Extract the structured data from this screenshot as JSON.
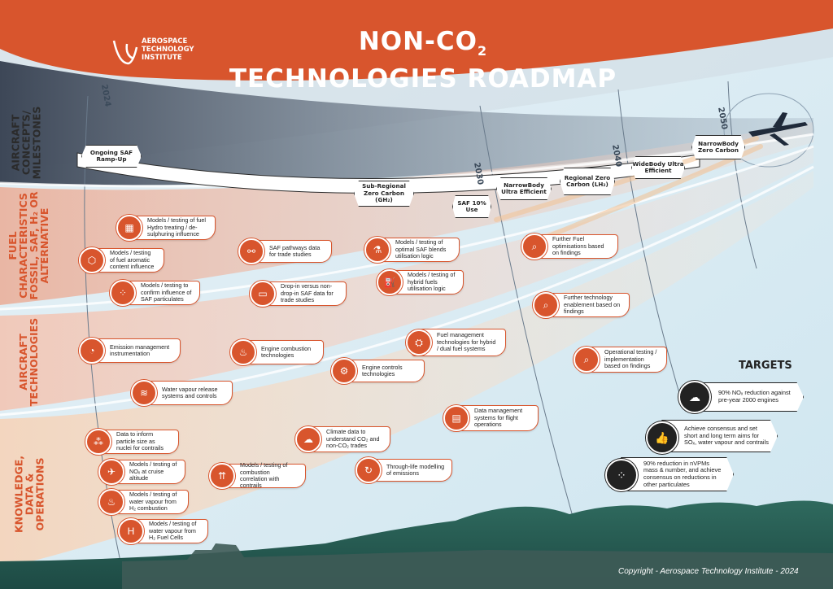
{
  "header": {
    "org_lines": [
      "AEROSPACE",
      "TECHNOLOGY",
      "INSTITUTE"
    ],
    "title_line1_main": "NON-CO",
    "title_line1_sub": "2",
    "title_line2": "TECHNOLOGIES ROADMAP"
  },
  "colors": {
    "orange": "#d8552d",
    "dark": "#2b2b2b",
    "sky": "#dfeef5"
  },
  "years": [
    "2024",
    "2030",
    "2040",
    "2050"
  ],
  "lanes": [
    {
      "id": "aircraft-concepts",
      "lines": [
        "AIRCRAFT",
        "CONCEPTS/",
        "MILESTONES"
      ]
    },
    {
      "id": "fuel",
      "lines": [
        "FUEL",
        "CHARACTERISTICS",
        "FOSSIL, SAF, H₂ OR",
        "ALTERNATIVE"
      ]
    },
    {
      "id": "aircraft-tech",
      "lines": [
        "AIRCRAFT",
        "TECHNOLOGIES"
      ]
    },
    {
      "id": "knowledge",
      "lines": [
        "KNOWLEDGE,",
        "DATA &",
        "OPERATIONS"
      ]
    }
  ],
  "milestones": [
    {
      "text": "Ongoing SAF Ramp-Up"
    },
    {
      "text": "Sub-Regional Zero Carbon (GH₂)"
    },
    {
      "text": "SAF 10% Use"
    },
    {
      "text": "NarrowBody Ultra Efficient"
    },
    {
      "text": "Regional Zero Carbon (LH₂)"
    },
    {
      "text": "WideBody Ultra Efficient"
    },
    {
      "text": "NarrowBody Zero Carbon"
    }
  ],
  "fuel_items": [
    {
      "text": "Models / testing of fuel Hydro treating / de-sulphuring influence",
      "icon": "factory-icon"
    },
    {
      "text": "Models / testing of fuel aromatic content influence",
      "icon": "molecule-icon"
    },
    {
      "text": "Models / testing to confirm influence of SAF particulates",
      "icon": "particles-icon"
    },
    {
      "text": "SAF pathways data for trade studies",
      "icon": "pathways-icon"
    },
    {
      "text": "Drop-in versus non-drop-in SAF data for trade studies",
      "icon": "monitor-chart-icon"
    },
    {
      "text": "Models / testing of optimal SAF blends utilisation logic",
      "icon": "blend-icon"
    },
    {
      "text": "Models / testing of hybrid fuels utilisation logic",
      "icon": "hybrid-fuel-icon"
    },
    {
      "text": "Further Fuel optimisations based on findings",
      "icon": "magnifier-icon"
    },
    {
      "text": "Further technology enablement based on findings",
      "icon": "magnifier-chart-icon"
    }
  ],
  "tech_items": [
    {
      "text": "Emission management instrumentation",
      "icon": "gauge-icon"
    },
    {
      "text": "Water vapour release systems and controls",
      "icon": "water-system-icon"
    },
    {
      "text": "Engine combustion technologies",
      "icon": "flame-icon"
    },
    {
      "text": "Engine controls technologies",
      "icon": "engine-control-icon"
    },
    {
      "text": "Fuel management technologies for hybrid / dual fuel systems",
      "icon": "fuel-network-icon"
    },
    {
      "text": "Operational testing / implementation based on findings",
      "icon": "test-icon"
    }
  ],
  "knowledge_items": [
    {
      "text": "Data to inform particle size as nuclei for contrails",
      "icon": "particle-data-icon"
    },
    {
      "text": "Models / testing of NOₓ at cruise altitude",
      "icon": "cruise-icon"
    },
    {
      "text": "Models / testing of water vapour from H₂ combustion",
      "icon": "h2-flame-icon"
    },
    {
      "text": "Models / testing of water vapour from H₂ Fuel Cells",
      "icon": "fuel-cell-icon"
    },
    {
      "text": "Models / testing of combustion correlation with contrails",
      "icon": "contrail-icon"
    },
    {
      "text": "Climate data to understand CO₂ and non-CO₂ trades",
      "icon": "climate-icon"
    },
    {
      "text": "Through-life modelling of emissions",
      "icon": "lifecycle-icon"
    },
    {
      "text": "Data management systems for flight operations",
      "icon": "data-ops-icon"
    }
  ],
  "targets": {
    "title": "TARGETS",
    "items": [
      {
        "text": "90% NOₓ reduction against pre-year 2000 engines",
        "icon": "nox-cloud-icon"
      },
      {
        "text": "Achieve consensus and set short and long term aims for SOₓ, water vapour and contrails",
        "icon": "thumbs-up-icon"
      },
      {
        "text": "90% reduction in nVPMs mass & number, and achieve consensus on reductions in other particulates",
        "icon": "particulate-icon"
      }
    ]
  },
  "footer": {
    "copyright": "Copyright - Aerospace Technology Institute - 2024"
  }
}
